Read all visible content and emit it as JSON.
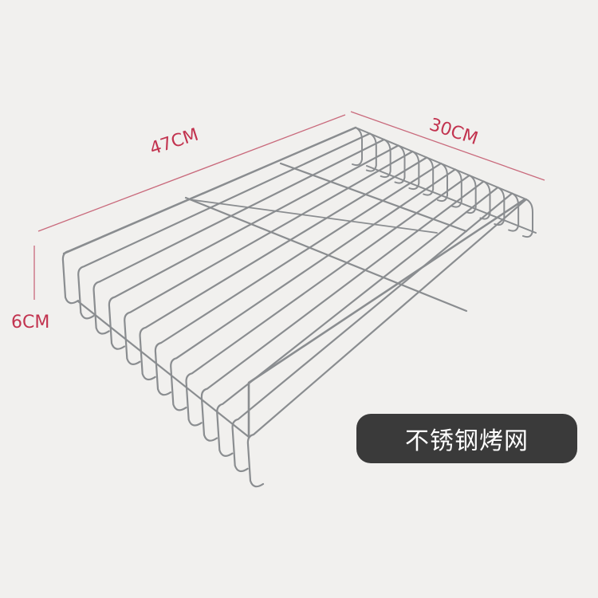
{
  "dimensions": {
    "length": "47CM",
    "width": "30CM",
    "height": "6CM"
  },
  "caption": "不锈钢烤网",
  "colors": {
    "background": "#f1f0ee",
    "dimension_line": "#c96a7c",
    "dimension_text": "#c2334f",
    "wire": "#8a8d90",
    "caption_bg": "#3a3a3a",
    "caption_text": "#ffffff"
  },
  "product": {
    "type": "wire grill rack",
    "wire_count": 13
  }
}
